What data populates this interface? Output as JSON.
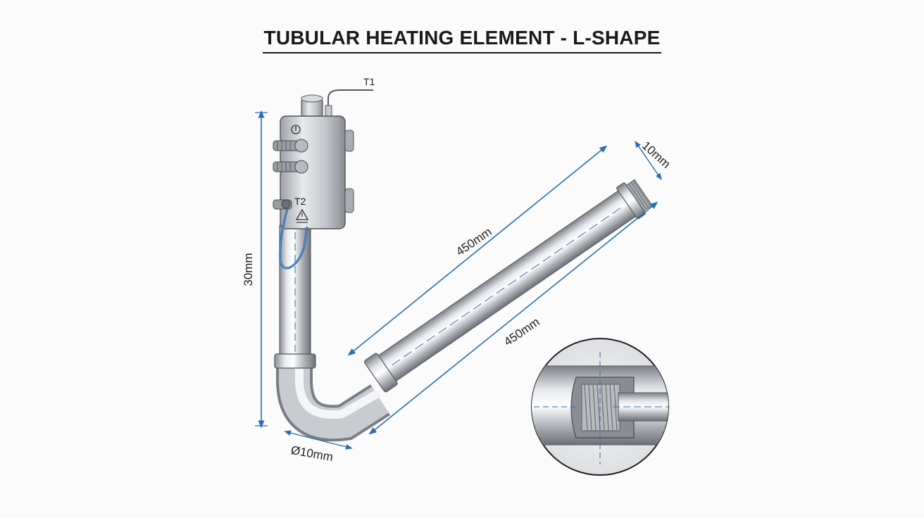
{
  "title": "TUBULAR HEATING ELEMENT - L-SHAPE",
  "labels": {
    "terminal_1": "T1",
    "terminal_2": "T2"
  },
  "dimensions": {
    "vertical_length": "30mm",
    "diagonal_upper": "450mm",
    "diagonal_lower": "450mm",
    "end_diameter": "10mm",
    "base_diameter": "Ø10mm"
  },
  "colors": {
    "dimension_line": "#2a6db0",
    "steel": "#b9bcc0",
    "wire": "#3f7fd0"
  }
}
